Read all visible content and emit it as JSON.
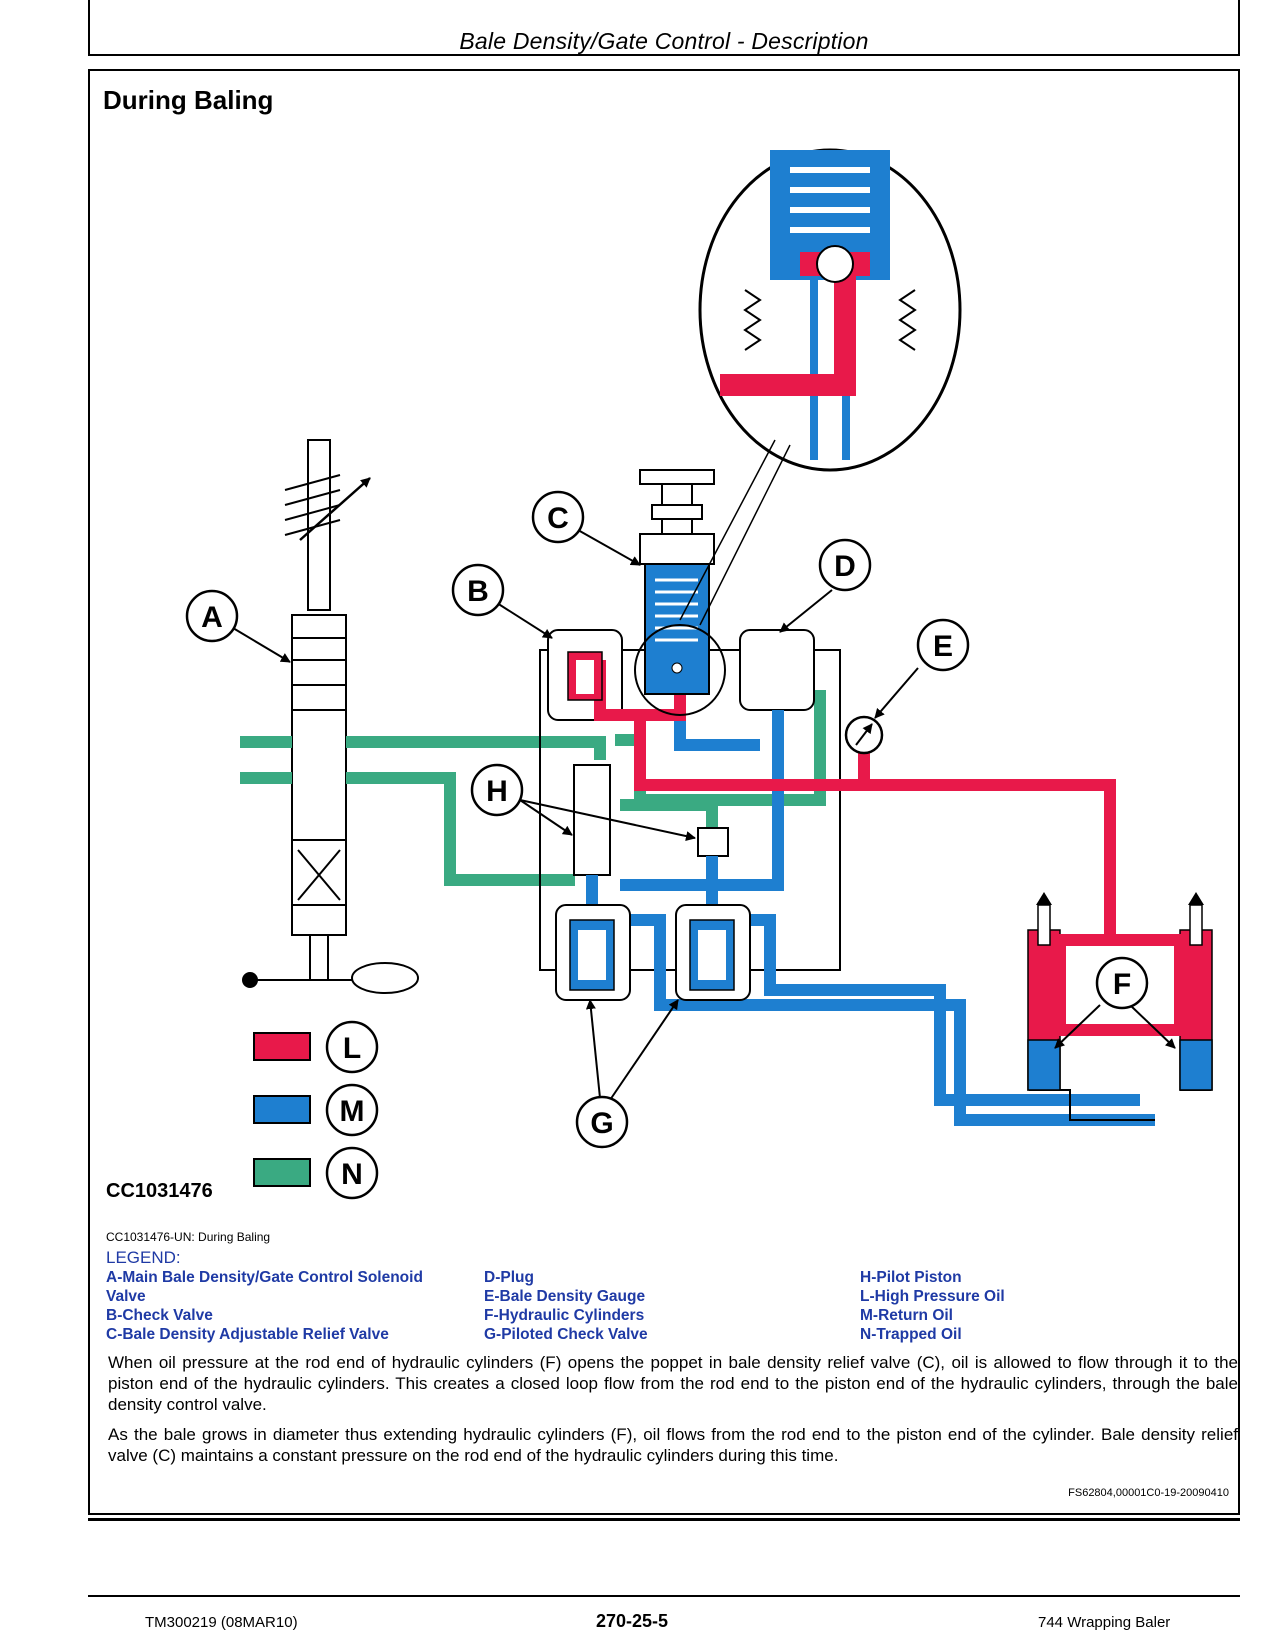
{
  "header": {
    "title": "Bale Density/Gate Control - Description"
  },
  "section": {
    "title": "During Baling"
  },
  "figure": {
    "id": "CC1031476",
    "caption": "CC1031476-UN: During Baling",
    "callouts": [
      "A",
      "B",
      "C",
      "D",
      "E",
      "F",
      "G",
      "H",
      "L",
      "M",
      "N"
    ]
  },
  "colors": {
    "high_pressure": "#e8194a",
    "return": "#1e7fd0",
    "trapped": "#3aaa82"
  },
  "legend": {
    "title": "LEGEND:",
    "col1": [
      "A-Main Bale Density/Gate Control Solenoid",
      "Valve",
      "B-Check Valve",
      "C-Bale Density Adjustable Relief Valve"
    ],
    "col2": [
      "D-Plug",
      "E-Bale Density Gauge",
      "F-Hydraulic Cylinders",
      "G-Piloted Check Valve"
    ],
    "col3": [
      "H-Pilot Piston",
      "L-High Pressure Oil",
      "M-Return Oil",
      "N-Trapped Oil"
    ]
  },
  "body": {
    "p1": "When oil pressure at the rod end of hydraulic cylinders (F) opens the poppet in bale density relief valve (C), oil is allowed to flow through it to the piston end of the hydraulic cylinders. This creates a closed loop flow from the rod end to the piston end of the hydraulic cylinders, through the bale density control valve.",
    "p2": "As the bale grows in diameter thus extending hydraulic cylinders (F), oil flows from the rod end to the piston end of the cylinder. Bale density relief valve (C) maintains a constant pressure on the rod end of the hydraulic cylinders during this time."
  },
  "doc_code": "FS62804,00001C0-19-20090410",
  "footer": {
    "left": "TM300219 (08MAR10)",
    "center": "270-25-5",
    "right": "744 Wrapping Baler"
  }
}
